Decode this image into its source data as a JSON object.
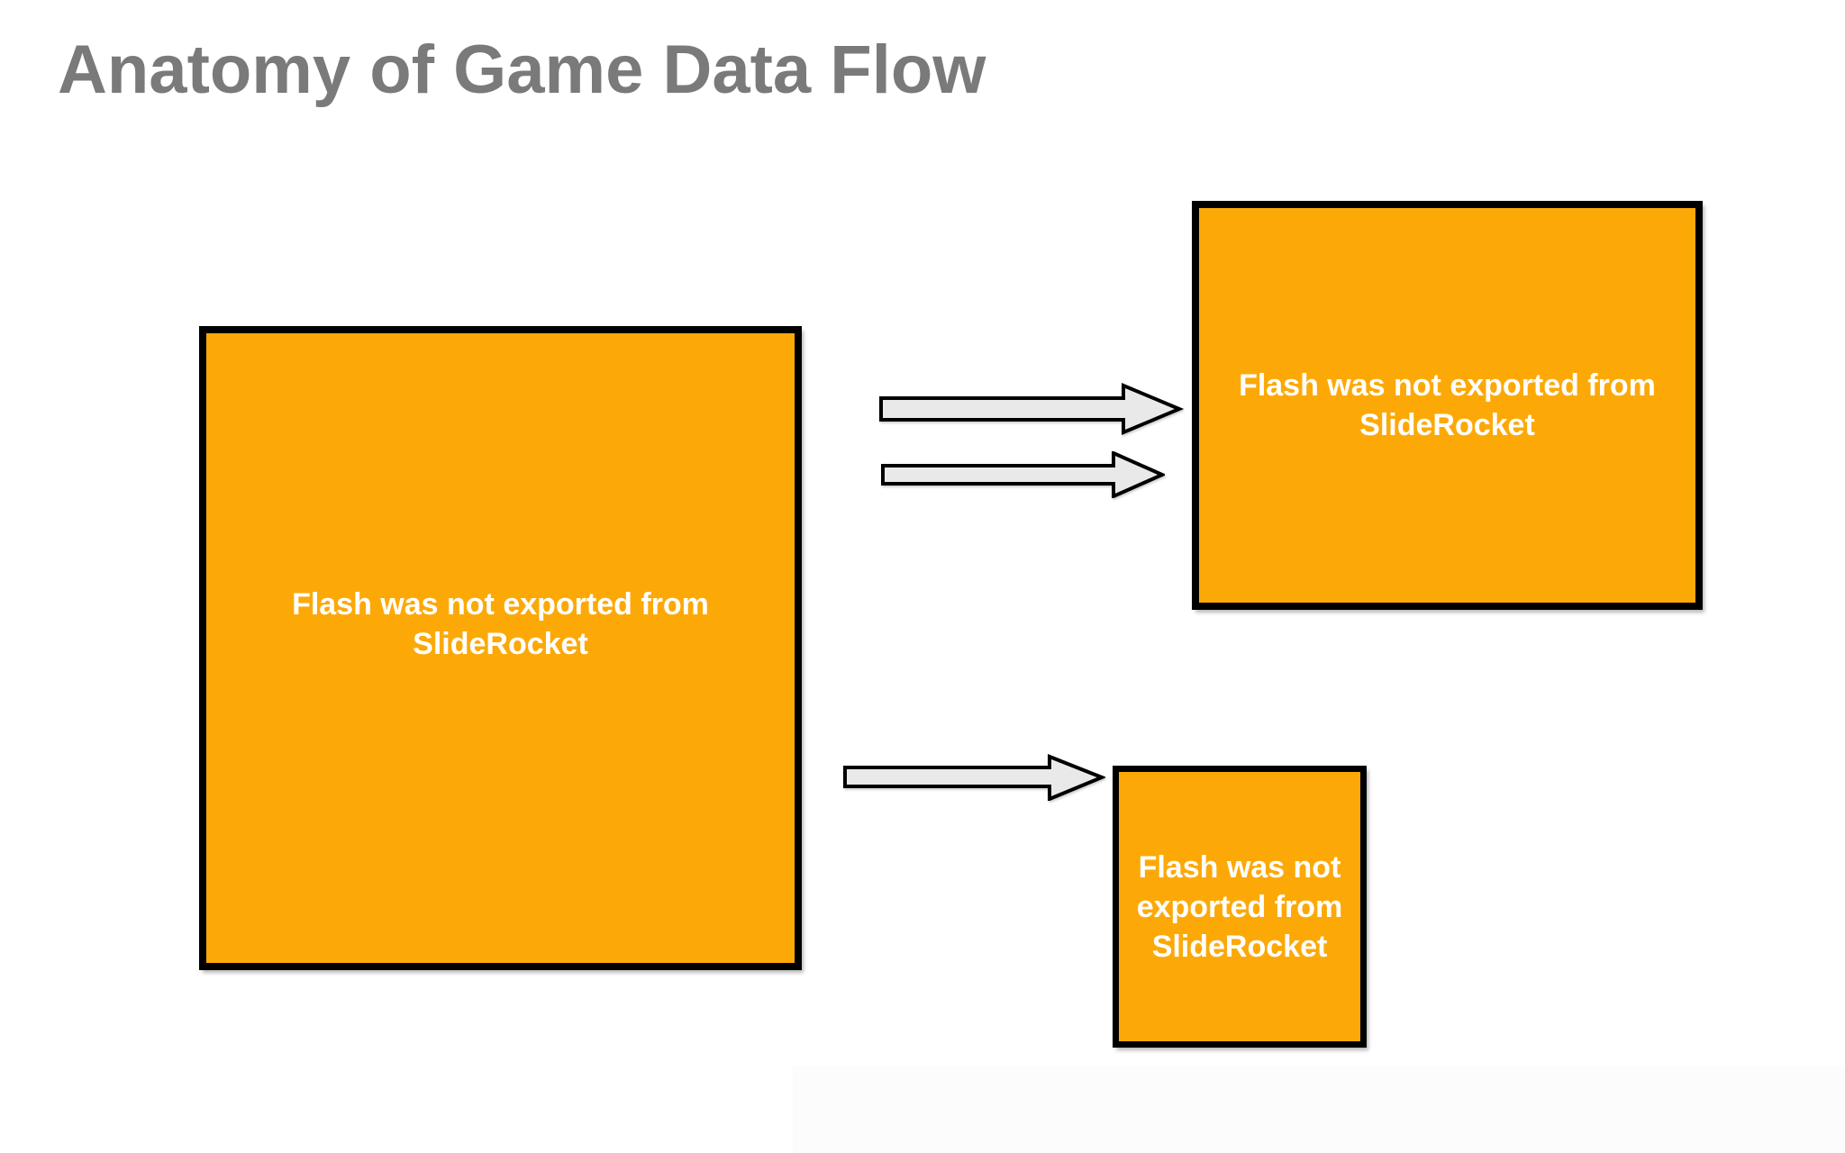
{
  "slide": {
    "title": "Anatomy of Game Data Flow"
  },
  "boxes": {
    "source": {
      "label": "Flash was not exported from\nSlideRocket"
    },
    "target_primary": {
      "label": "Flash was not exported from\nSlideRocket"
    },
    "target_secondary": {
      "label": "Flash was not\nexported from\nSlideRocket"
    }
  },
  "arrows": {
    "top": "block-arrow-right-icon",
    "middle": "block-arrow-right-icon",
    "bottom": "block-arrow-right-icon"
  },
  "colors": {
    "background": "#ffffff",
    "title-color": "#7a7a7a",
    "box-fill": "#fca908",
    "box-border": "#000000",
    "box-text": "#ffffff",
    "arrow-fill": "#e9e9e9",
    "arrow-stroke": "#000000",
    "edge-strip": "#fcfcfc"
  }
}
